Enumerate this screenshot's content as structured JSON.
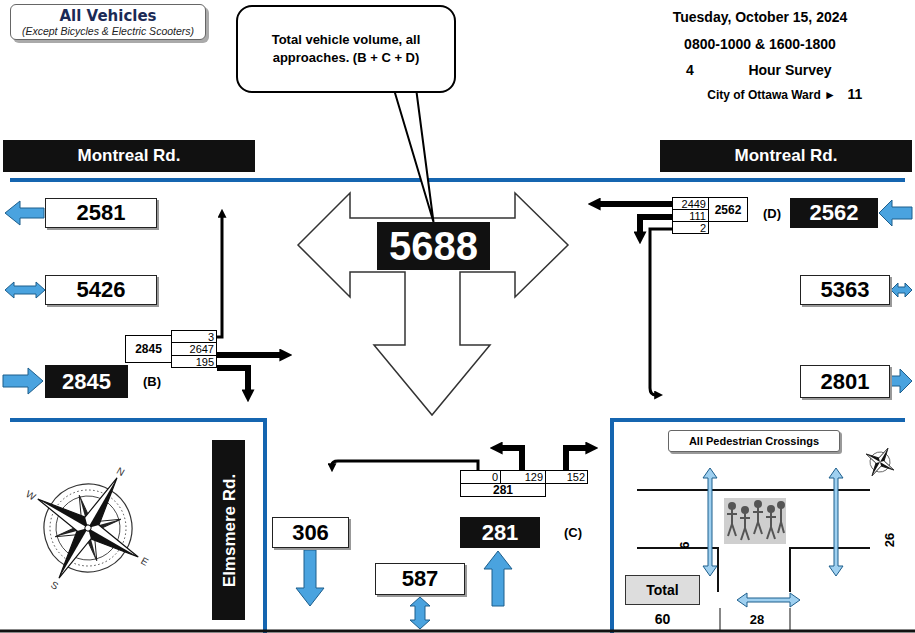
{
  "diagram": {
    "nodes": [
      {
        "text": [
          "All Vehicles",
          "(Except Bicycles & Electric Scooters)"
        ]
      },
      {
        "text": [
          "Total vehicle volume, all approaches. (B + C + D)"
        ]
      },
      {
        "text": [
          "Montreal Rd."
        ]
      },
      {
        "text": [
          "Montreal Rd."
        ]
      },
      {
        "text": [
          "2581"
        ]
      },
      {
        "text": [
          "2562",
          "2449",
          "111",
          "2"
        ]
      },
      {
        "text": [
          "2562",
          "(D)"
        ]
      },
      {
        "text": [
          "5688"
        ]
      },
      {
        "text": [
          "5426"
        ]
      },
      {
        "text": [
          "5363"
        ]
      },
      {
        "text": [
          "2845",
          "3",
          "2647",
          "195"
        ]
      },
      {
        "text": [
          "2845",
          "(B)"
        ]
      },
      {
        "text": [
          "2801"
        ]
      },
      {
        "text": [
          "All Pedestrian Crossings"
        ]
      },
      {
        "text": [
          "Elmsmere Rd."
        ]
      },
      {
        "text": [
          "0",
          "129",
          "152",
          "281"
        ]
      },
      {
        "text": [
          "306"
        ]
      },
      {
        "text": [
          "281",
          "(C)"
        ]
      },
      {
        "text": [
          "Total",
          "60"
        ]
      },
      {
        "text": [
          "587"
        ]
      }
    ],
    "edges": [
      {
        "from": 1,
        "to": 7,
        "arrow": "none"
      }
    ],
    "labels": [
      "Tuesday, October 15, 2024",
      "0800-1000 & 1600-1800",
      "4",
      "Hour Survey",
      "City of Ottawa Ward ►",
      "11",
      "6",
      "26",
      "28",
      "N",
      "E",
      "S",
      "W"
    ]
  }
}
